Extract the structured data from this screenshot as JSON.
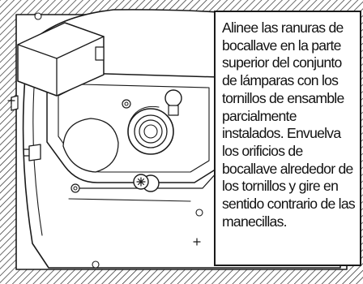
{
  "instruction": {
    "text": "Alinee las ranuras de bocallave en la parte superior del conjunto de lámparas con los tornillos de ensamble parcialmente instalados. Envuelva los orificios de bocallave alrededor de los tornillos y gire en sentido contrario de las manecillas."
  },
  "illustration": {
    "style": "black-and-white line drawing",
    "subject": "lamp assembly mounting plate with keyhole slots and screws",
    "colors": {
      "stroke": "#1a1a1a",
      "fill": "#ffffff",
      "hatch": "#2a2a2a"
    }
  }
}
